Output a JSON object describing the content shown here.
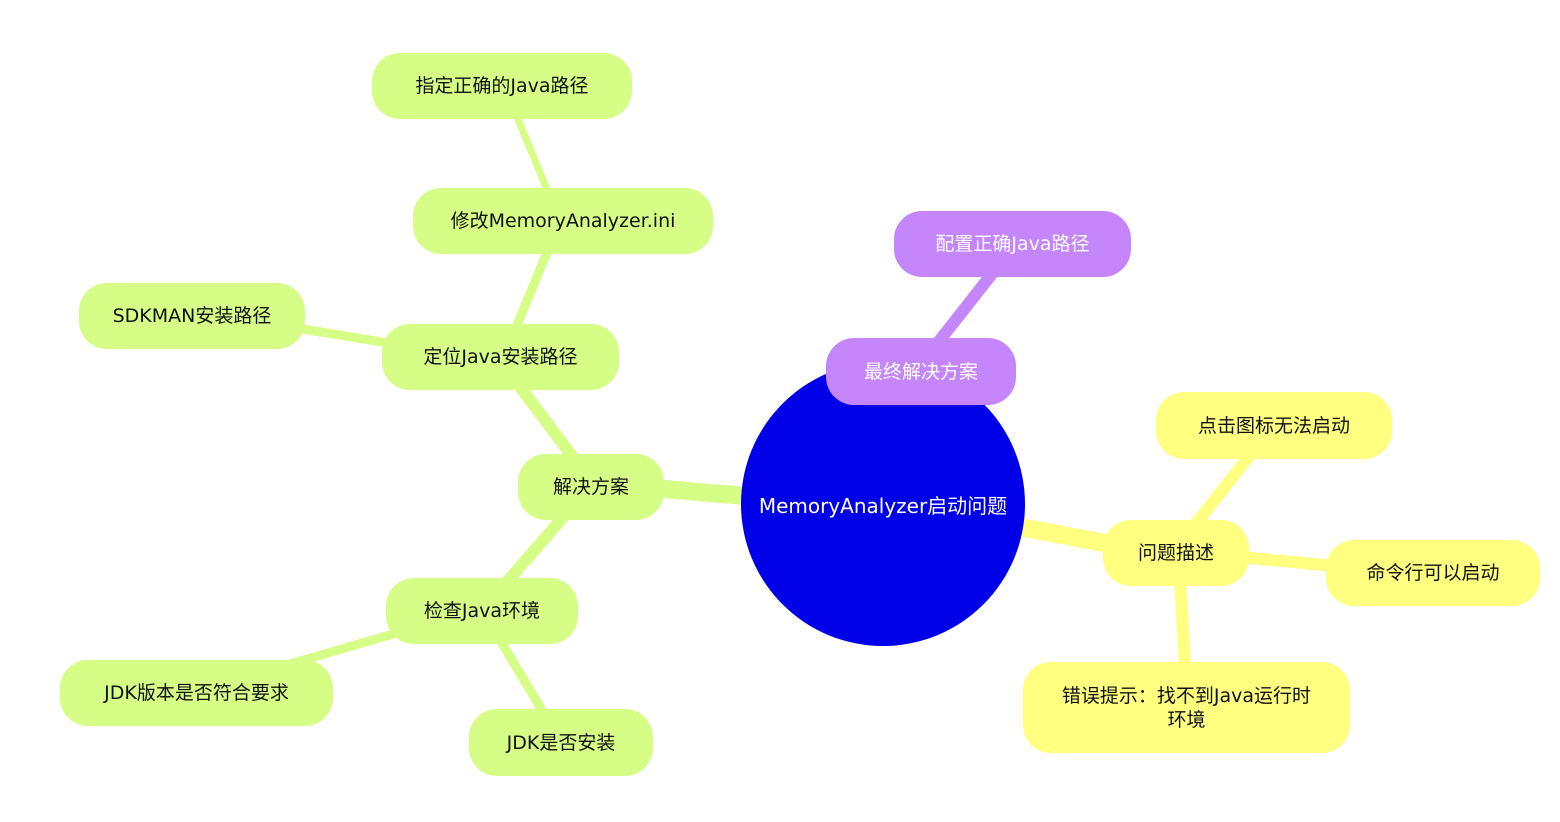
{
  "colors": {
    "root": "#0000e8",
    "branch_solution": "#d6fd85",
    "branch_problem": "#ffff80",
    "branch_final": "#c586fb"
  },
  "root": {
    "label": "MemoryAnalyzer启动问题"
  },
  "branches": {
    "final": {
      "label": "最终解决方案",
      "children": [
        {
          "label": "配置正确Java路径"
        }
      ]
    },
    "problem": {
      "label": "问题描述",
      "children": [
        {
          "label": "点击图标无法启动"
        },
        {
          "label": "命令行可以启动"
        },
        {
          "label": "错误提示：找不到Java运行时环境"
        }
      ]
    },
    "solution": {
      "label": "解决方案",
      "children": [
        {
          "label": "定位Java安装路径",
          "children": [
            {
              "label": "SDKMAN安装路径"
            },
            {
              "label": "修改MemoryAnalyzer.ini",
              "children": [
                {
                  "label": "指定正确的Java路径"
                }
              ]
            }
          ]
        },
        {
          "label": "检查Java环境",
          "children": [
            {
              "label": "JDK版本是否符合要求"
            },
            {
              "label": "JDK是否安装"
            }
          ]
        }
      ]
    }
  }
}
